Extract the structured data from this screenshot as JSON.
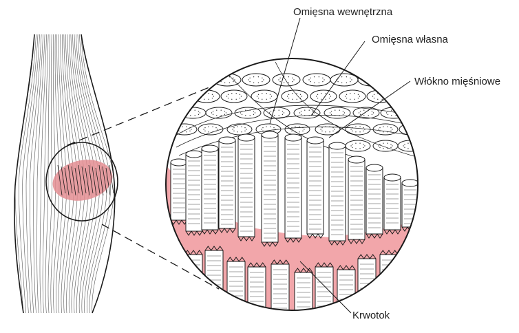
{
  "labels": {
    "endomysium_inner": "Omięsna wewnętrzna",
    "endomysium_own": "Omięsna własna",
    "muscle_fiber": "Włókno mięśniowe",
    "hematoma": "Krwotok"
  },
  "colors": {
    "blood": "#f2a6aa",
    "blood_small": "#e38d92",
    "line": "#1a1a1a",
    "fiber_fill": "#ffffff"
  }
}
